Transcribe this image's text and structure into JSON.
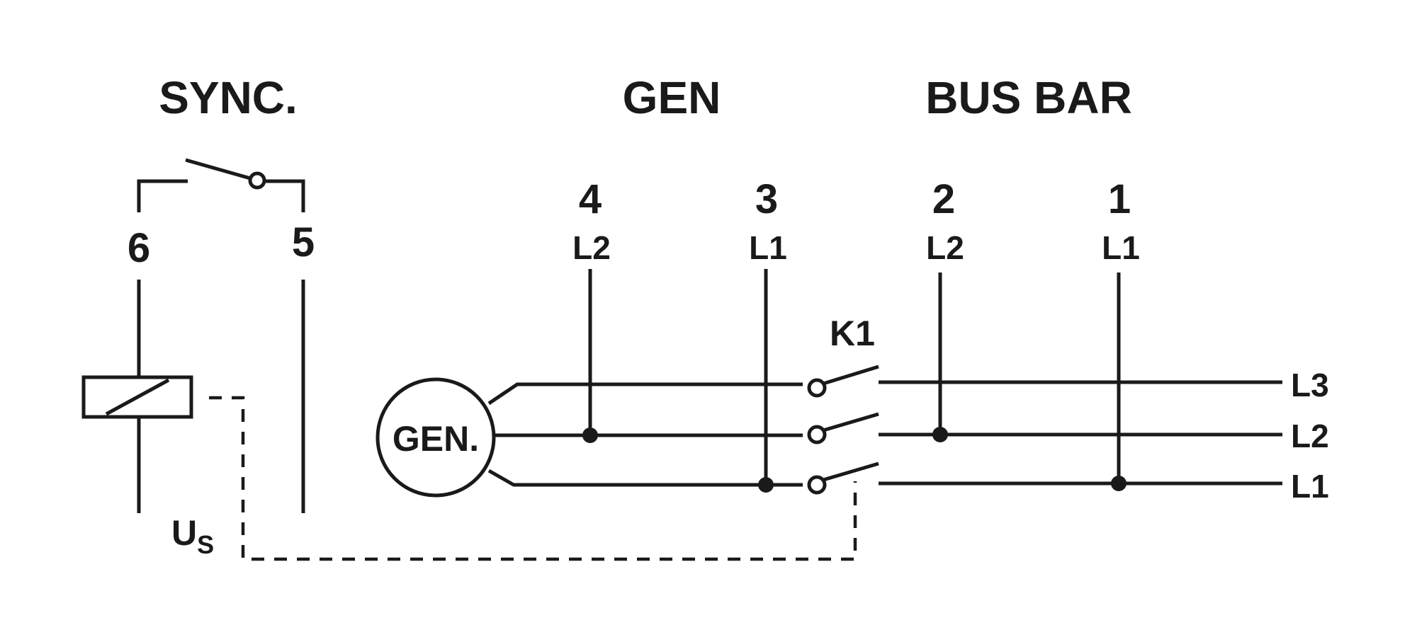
{
  "headers": {
    "sync": "SYNC.",
    "gen": "GEN",
    "busbar": "BUS BAR"
  },
  "sync_terminals": {
    "t6": "6",
    "t5": "5"
  },
  "gen_terminals": {
    "t4": {
      "number": "4",
      "phase": "L2"
    },
    "t3": {
      "number": "3",
      "phase": "L1"
    }
  },
  "bus_terminals": {
    "t2": {
      "number": "2",
      "phase": "L2"
    },
    "t1": {
      "number": "1",
      "phase": "L1"
    }
  },
  "generator_label": "GEN.",
  "contactor_label": "K1",
  "supply_label": {
    "main": "U",
    "sub": "S"
  },
  "line_labels": {
    "l3": "L3",
    "l2": "L2",
    "l1": "L1"
  }
}
